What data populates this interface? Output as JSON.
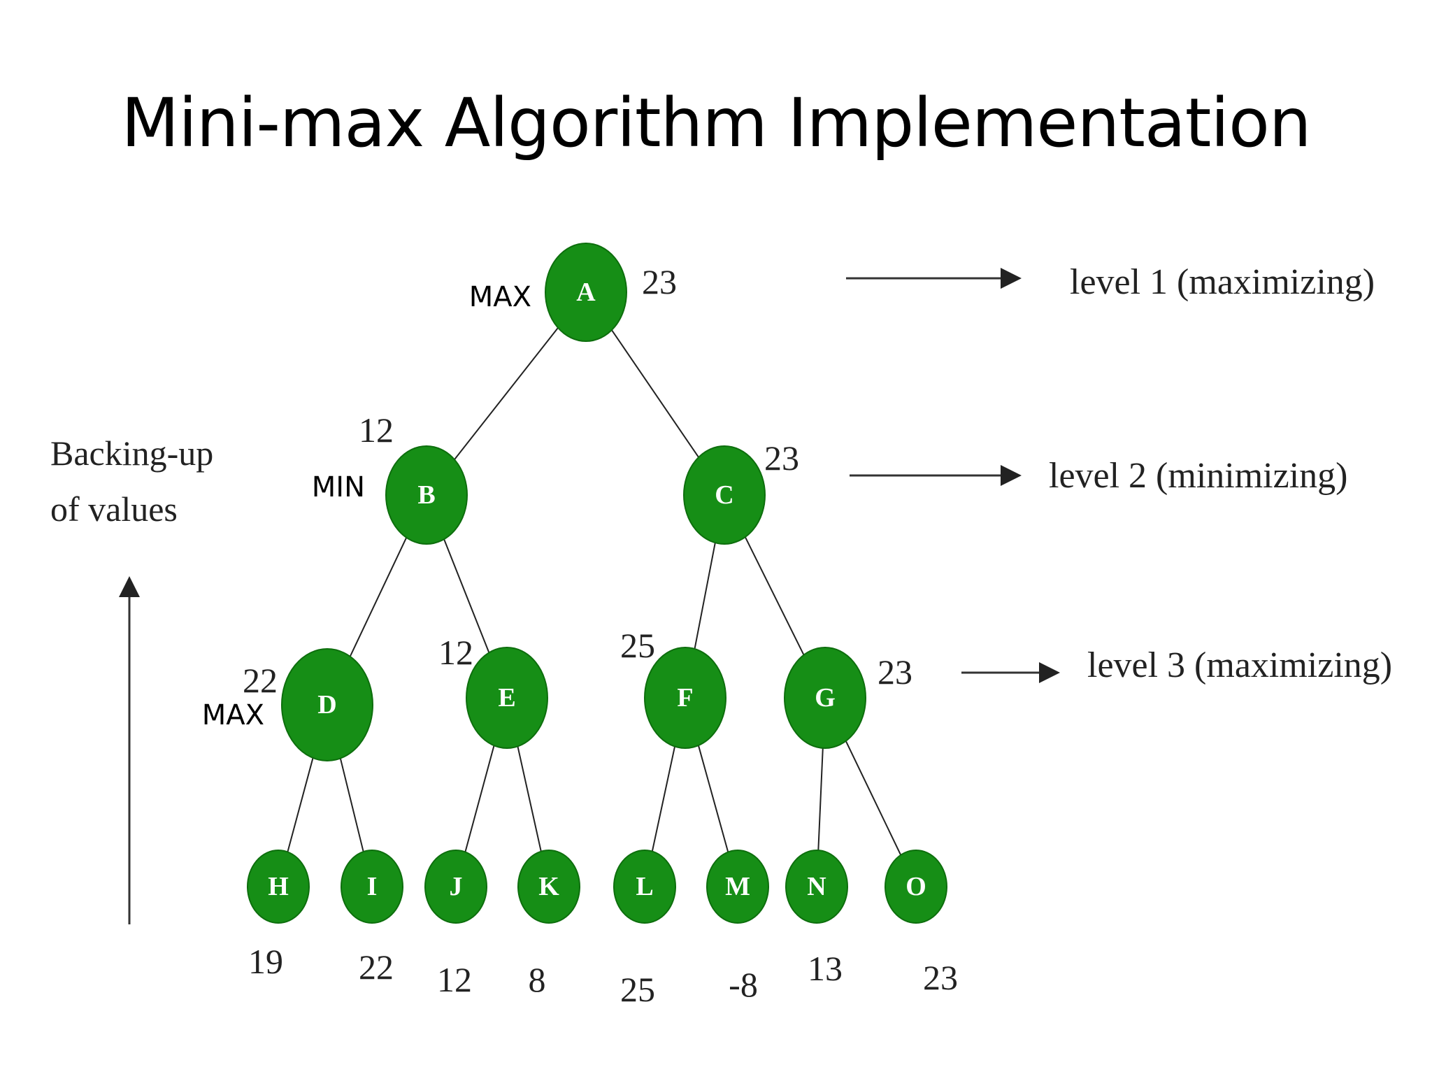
{
  "title": "Mini-max Algorithm Implementation",
  "backing_up": [
    "Backing-up",
    "of values"
  ],
  "roles": [
    "MAX",
    "MIN",
    "MAX"
  ],
  "levels": [
    "level 1 (maximizing)",
    "level 2 (minimizing)",
    "level 3 (maximizing)"
  ],
  "tree": {
    "nodes": [
      {
        "id": "A",
        "value": "23",
        "children": [
          "B",
          "C"
        ]
      },
      {
        "id": "B",
        "value": "12",
        "children": [
          "D",
          "E"
        ]
      },
      {
        "id": "C",
        "value": "23",
        "children": [
          "F",
          "G"
        ]
      },
      {
        "id": "D",
        "value": "22",
        "children": [
          "H",
          "I"
        ]
      },
      {
        "id": "E",
        "value": "12",
        "children": [
          "J",
          "K"
        ]
      },
      {
        "id": "F",
        "value": "25",
        "children": [
          "L",
          "M"
        ]
      },
      {
        "id": "G",
        "value": "23",
        "children": [
          "N",
          "O"
        ]
      },
      {
        "id": "H",
        "value": "19",
        "children": []
      },
      {
        "id": "I",
        "value": "22",
        "children": []
      },
      {
        "id": "J",
        "value": "12",
        "children": []
      },
      {
        "id": "K",
        "value": "8",
        "children": []
      },
      {
        "id": "L",
        "value": "25",
        "children": []
      },
      {
        "id": "M",
        "value": "-8",
        "children": []
      },
      {
        "id": "N",
        "value": "13",
        "children": []
      },
      {
        "id": "O",
        "value": "23",
        "children": []
      }
    ]
  },
  "colors": {
    "node_fill": "#168e16",
    "node_text": "#ffffff"
  }
}
